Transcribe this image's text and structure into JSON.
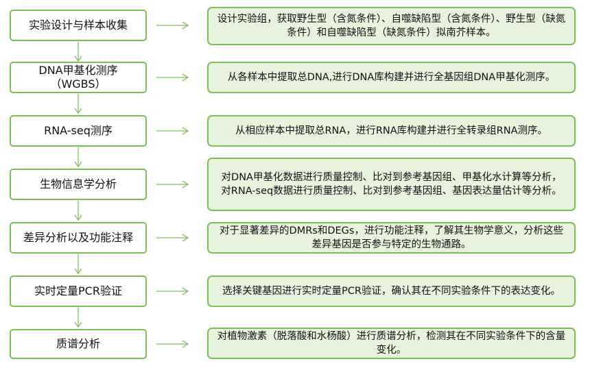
{
  "colors": {
    "border": "#7bbf57",
    "desc_fill": "#e8f3de",
    "arrow": "#7bbf57"
  },
  "steps": [
    {
      "label": "实验设计与样本收集",
      "description": "设计实验组，获取野生型（含氮条件）、自噬缺陷型（含氮条件）、野生型（缺氮条件）和自噬缺陷型（缺氮条件）拟南芥样本。"
    },
    {
      "label": "DNA甲基化测序（WGBS）",
      "description": "从各样本中提取总DNA,进行DNA库构建并进行全基因组DNA甲基化测序。"
    },
    {
      "label": "RNA-seq测序",
      "description": "从相应样本中提取总RNA，进行RNA库构建并进行全转录组RNA测序。"
    },
    {
      "label": "生物信息学分析",
      "description": "对DNA甲基化数据进行质量控制、比对到参考基因组、甲基化水计算等分析，对RNA-seq数据进行质量控制、比对到参考基因组、基因表达量估计等分析。"
    },
    {
      "label": "差异分析以及功能注释",
      "description": "对于显著差异的DMRs和DEGs，进行功能注释，了解其生物学意义，分析这些差异基因是否参与特定的生物通路。"
    },
    {
      "label": "实时定量PCR验证",
      "description": "选择关键基因进行实时定量PCR验证，确认其在不同实验条件下的表达变化。"
    },
    {
      "label": "质谱分析",
      "description": "对植物激素（脱落酸和水杨酸）进行质谱分析，检测其在不同实验条件下的含量变化。"
    }
  ]
}
